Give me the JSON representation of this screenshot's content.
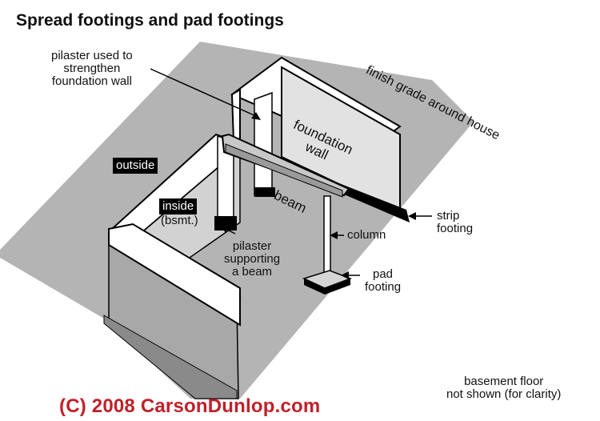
{
  "title": "Spread footings and pad footings",
  "labels": {
    "pilaster_wall": [
      "pilaster used to",
      "strengthen",
      "foundation wall"
    ],
    "finish_grade": "finish grade around house",
    "foundation_wall": [
      "foundation",
      "wall"
    ],
    "outside": "outside",
    "inside": "inside",
    "inside_sub": "(bsmt.)",
    "beam": "beam",
    "strip_footing": [
      "strip",
      "footing"
    ],
    "column": "column",
    "pilaster_beam": [
      "pilaster",
      "supporting",
      "a beam"
    ],
    "pad_footing": [
      "pad",
      "footing"
    ],
    "basement_floor": [
      "basement floor",
      "not shown (for clarity)"
    ]
  },
  "copyright": "(C) 2008 CarsonDunlop.com",
  "colors": {
    "grade": "#b4b4b4",
    "wall_top": "#ffffff",
    "wall_face": "#d6d6d6",
    "wall_exterior": "#a8a8a8",
    "footing": "#000000",
    "copyright": "#c0202a"
  }
}
